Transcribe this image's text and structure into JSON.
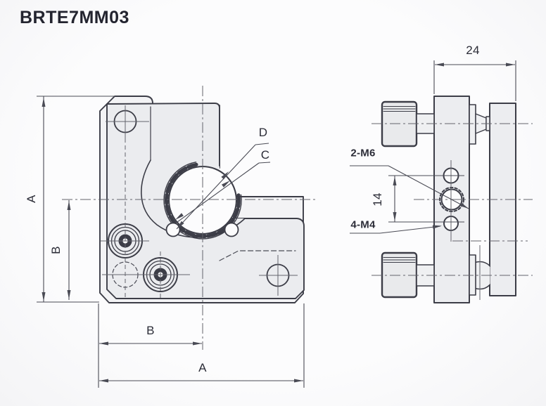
{
  "title": "BRTE7MM03",
  "drawing": {
    "type": "2-view engineering drawing of kinematic optic mount",
    "front_view": {
      "dim_height": "A",
      "dim_height_lower": "B",
      "dim_width_lower": "B",
      "dim_width": "A",
      "callout_ring_outer": "D",
      "callout_bore": "C"
    },
    "side_view": {
      "dim_depth": "24",
      "dim_hole_spacing": "14",
      "callout_m6": "2-M6",
      "callout_m4": "4-M4"
    }
  },
  "colors": {
    "background": "#fafafa",
    "object_line": "#3c3d47",
    "thin_line": "#5a5b64",
    "center_line": "#63646c",
    "plate_fill": "#ebecef",
    "back_plate_fill": "#f3f3f5",
    "bore_fill": "#fcfcfd",
    "label_text": "#2b2c37"
  }
}
